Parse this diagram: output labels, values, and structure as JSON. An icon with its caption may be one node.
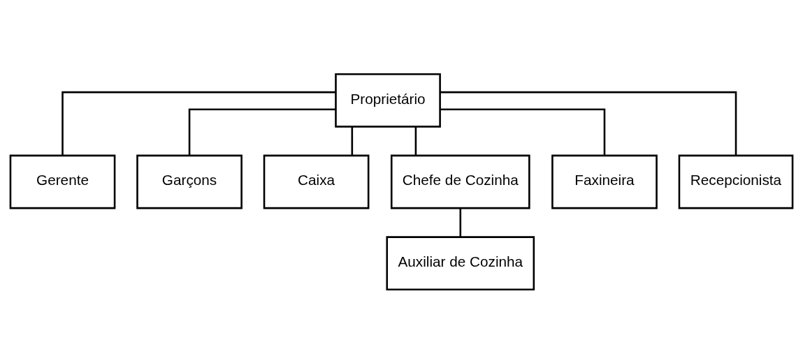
{
  "diagram": {
    "nodes": [
      {
        "text": [
          "Proprietário"
        ]
      },
      {
        "text": [
          "Gerente"
        ]
      },
      {
        "text": [
          "Garçons"
        ]
      },
      {
        "text": [
          "Caixa"
        ]
      },
      {
        "text": [
          "Chefe de Cozinha"
        ]
      },
      {
        "text": [
          "Faxineira"
        ]
      },
      {
        "text": [
          "Recepcionista"
        ]
      },
      {
        "text": [
          "Auxiliar de Cozinha"
        ]
      }
    ],
    "edges": [
      {
        "from": 0,
        "to": 1,
        "arrow": "none"
      },
      {
        "from": 0,
        "to": 2,
        "arrow": "none"
      },
      {
        "from": 0,
        "to": 3,
        "arrow": "none"
      },
      {
        "from": 0,
        "to": 4,
        "arrow": "none"
      },
      {
        "from": 0,
        "to": 5,
        "arrow": "none"
      },
      {
        "from": 0,
        "to": 6,
        "arrow": "none"
      },
      {
        "from": 4,
        "to": 7,
        "arrow": "none"
      }
    ]
  }
}
